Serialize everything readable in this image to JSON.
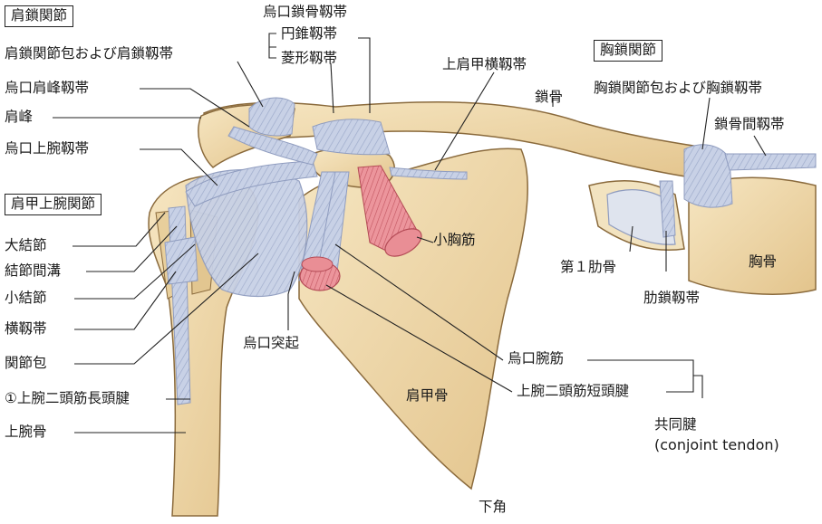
{
  "labels": {
    "acromioclavicular_joint": "肩鎖関節",
    "ac_capsule_ligament": "肩鎖関節包および肩鎖靱帯",
    "coracoacromial_ligament": "烏口肩峰靱帯",
    "acromion": "肩峰",
    "coracohumeral_ligament": "烏口上腕靱帯",
    "glenohumeral_joint": "肩甲上腕関節",
    "greater_tubercle": "大結節",
    "intertubercular_groove": "結節間溝",
    "lesser_tubercle": "小結節",
    "transverse_ligament": "横靱帯",
    "joint_capsule": "関節包",
    "biceps_long_head": "①上腕二頭筋長頭腱",
    "humerus": "上腕骨",
    "coracoclavicular_ligament": "烏口鎖骨靱帯",
    "conoid_ligament": "円錐靱帯",
    "trapezoid_ligament": "菱形靱帯",
    "superior_transverse_scapular_ligament": "上肩甲横靱帯",
    "clavicle": "鎖骨",
    "sternoclavicular_joint": "胸鎖関節",
    "sc_capsule_ligament": "胸鎖関節包および胸鎖靱帯",
    "interclavicular_ligament": "鎖骨間靱帯",
    "pectoralis_minor": "小胸筋",
    "first_rib": "第１肋骨",
    "sternum": "胸骨",
    "costoclavicular_ligament": "肋鎖靱帯",
    "coracoid_process": "烏口突起",
    "coracobrachialis": "烏口腕筋",
    "biceps_short_head": "上腕二頭筋短頭腱",
    "scapula": "肩甲骨",
    "conjoint_tendon": "共同腱",
    "conjoint_tendon_en": "(conjoint tendon)",
    "inferior_angle": "下角"
  },
  "colors": {
    "bone": "#efd8a8",
    "bone_shadow": "#c9a36a",
    "bone_outline": "#8a6a3c",
    "ligament": "#c9d3e8",
    "ligament_line": "#8f9cbf",
    "muscle": "#e98e95",
    "muscle_line": "#b34a55",
    "cartilage": "#dfe4ee"
  }
}
